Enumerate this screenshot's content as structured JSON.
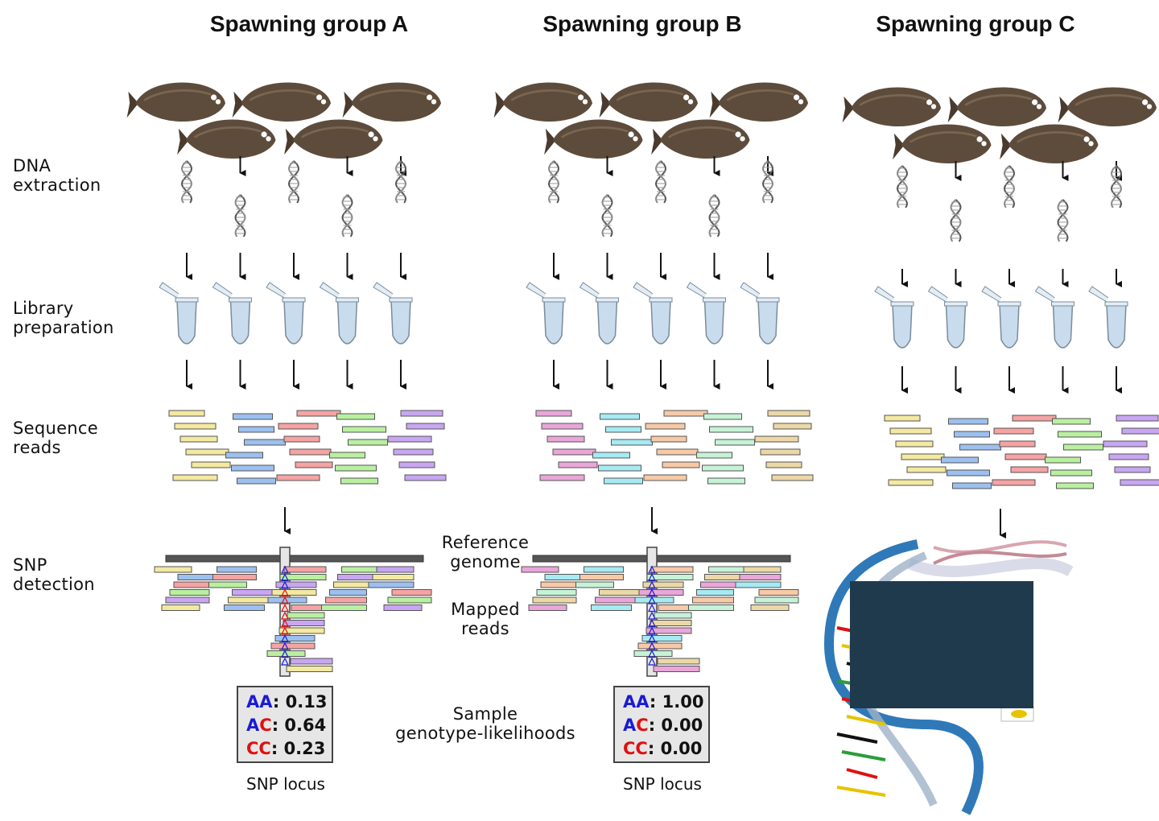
{
  "groups": [
    {
      "title": "Spawning group A",
      "genotypes": [
        {
          "a": "A",
          "b": "A",
          "value": "0.13"
        },
        {
          "a": "A",
          "b": "C",
          "value": "0.64"
        },
        {
          "a": "C",
          "b": "C",
          "value": "0.23"
        }
      ],
      "locus_label": "SNP locus"
    },
    {
      "title": "Spawning group B",
      "genotypes": [
        {
          "a": "A",
          "b": "A",
          "value": "1.00"
        },
        {
          "a": "A",
          "b": "C",
          "value": "0.00"
        },
        {
          "a": "C",
          "b": "C",
          "value": "0.00"
        }
      ],
      "locus_label": "SNP locus"
    },
    {
      "title": "Spawning group C"
    }
  ],
  "steps": {
    "dna": [
      "DNA",
      "extraction"
    ],
    "library": [
      "Library",
      "preparation"
    ],
    "reads": [
      "Sequence",
      "reads"
    ],
    "snp": [
      "SNP",
      "detection"
    ]
  },
  "center_labels": {
    "reference": [
      "Reference",
      "genome"
    ],
    "mapped": [
      "Mapped",
      "reads"
    ],
    "likelihoods": [
      "Sample",
      "genotype-likelihoods"
    ]
  },
  "colors": {
    "allele_a": "#1a1ad6",
    "allele_c": "#e01010",
    "fish": "#5a4a3a",
    "genome_bar": "#555555",
    "tube": "#c8dced",
    "read_palettes": [
      [
        "#f3e9a0",
        "#9cc0ef",
        "#f5a3a3",
        "#b9f0a0",
        "#c8a6f2"
      ],
      [
        "#e9a6d9",
        "#a6eaf3",
        "#f7c9a6",
        "#c6f2d6",
        "#ecd8a6"
      ],
      [
        "#f3e9a0",
        "#9cc0ef",
        "#f5a3a3",
        "#b9f0a0",
        "#c8a6f2"
      ]
    ]
  }
}
